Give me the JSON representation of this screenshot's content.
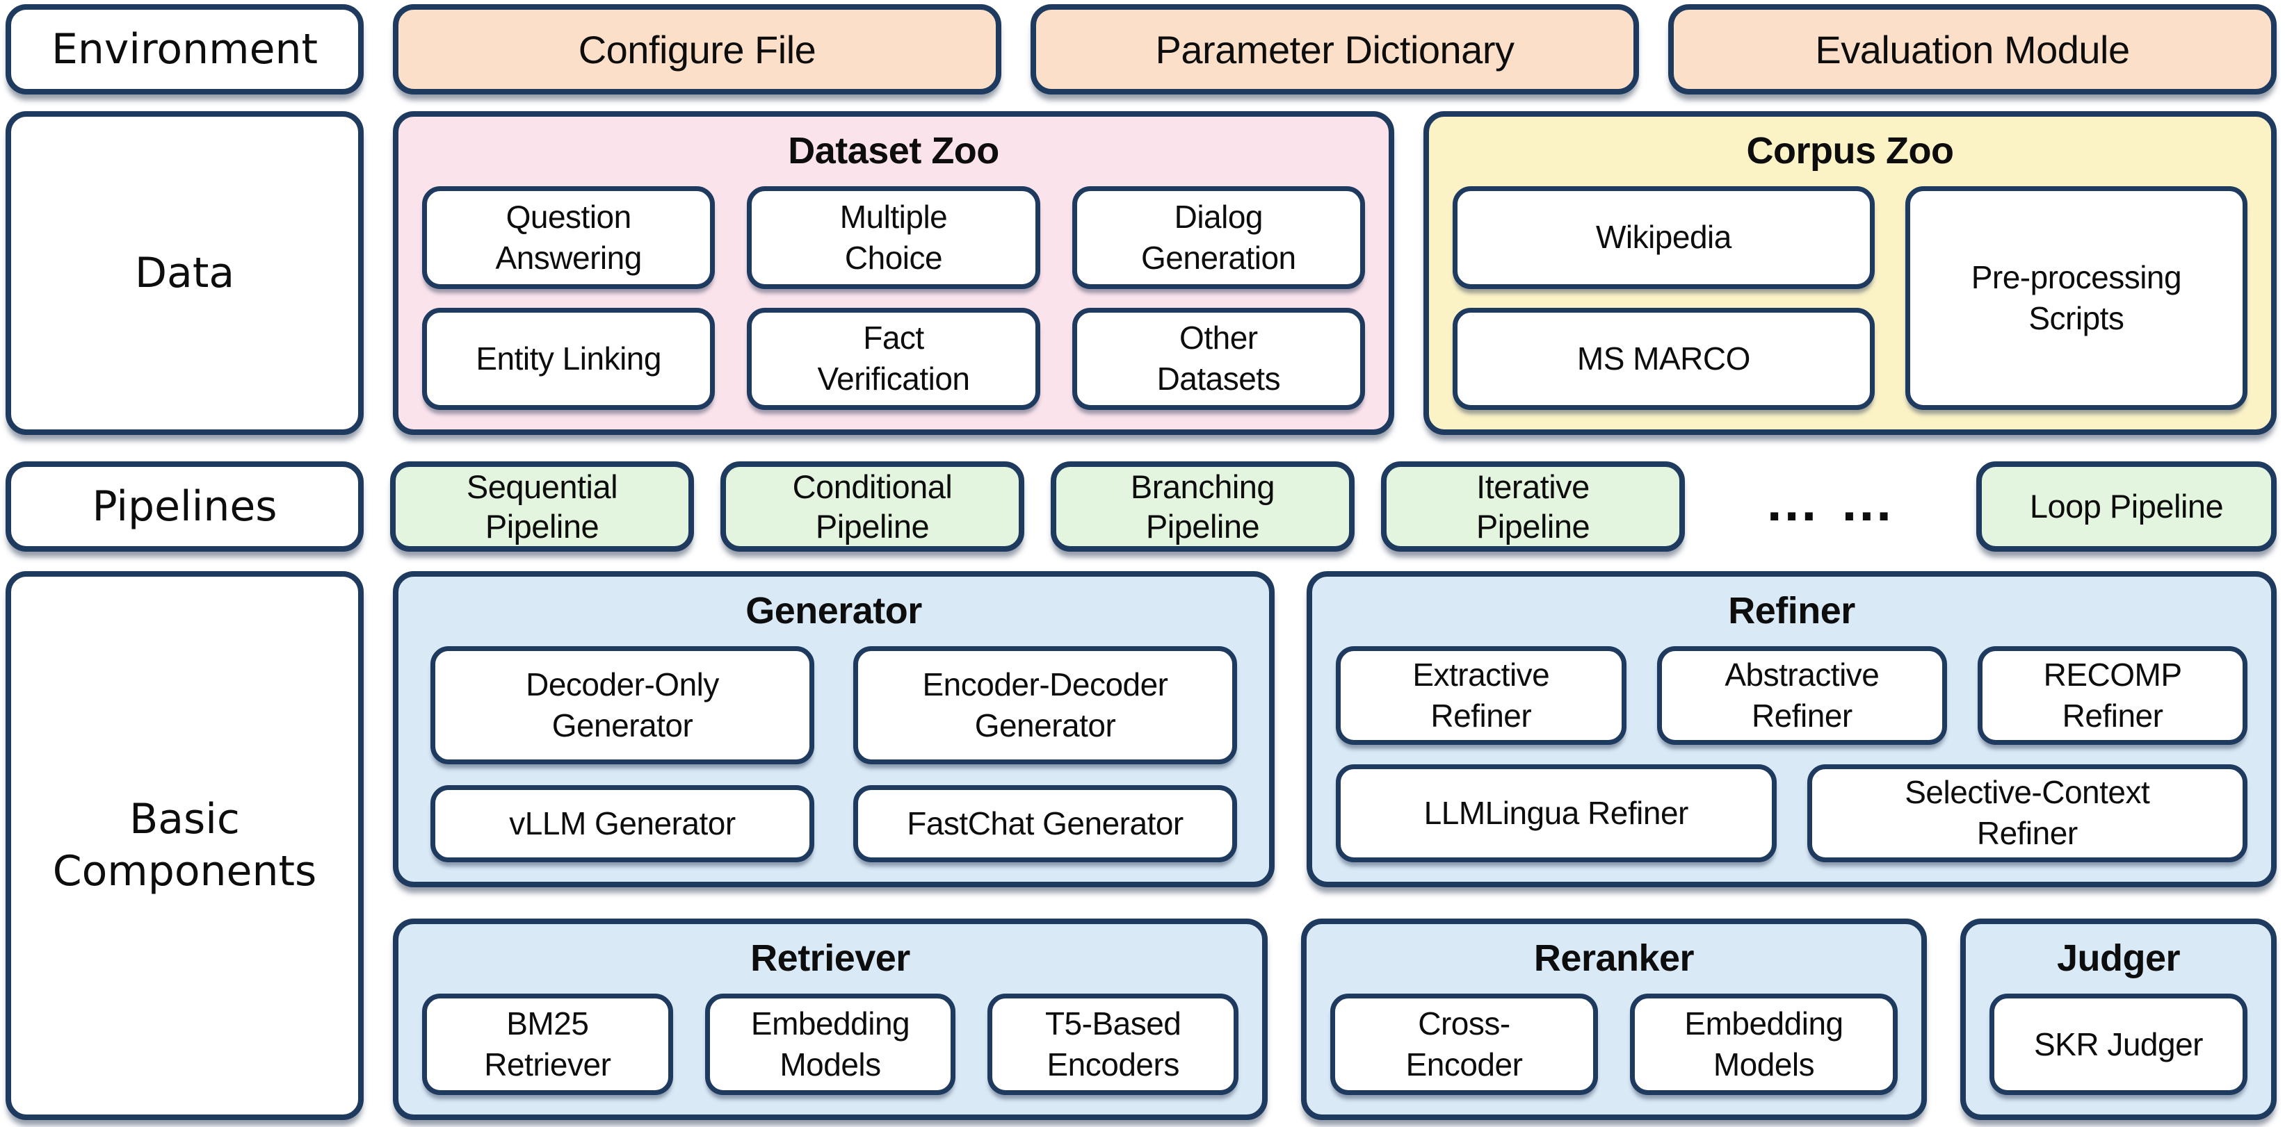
{
  "palette": {
    "border": "#1f3a5f",
    "orange": "#fcdfc8",
    "pink": "#fbe3ec",
    "yellow": "#fbf2c6",
    "green": "#e3f5de",
    "blue": "#d9e9f6",
    "box-bg": "#ffffff",
    "text": "#0d0d0d"
  },
  "rows": {
    "environment": {
      "label": "Environment",
      "items": [
        "Configure File",
        "Parameter Dictionary",
        "Evaluation Module"
      ]
    },
    "data": {
      "label": "Data",
      "dataset_zoo": {
        "title": "Dataset Zoo",
        "items": [
          "Question\nAnswering",
          "Multiple\nChoice",
          "Dialog\nGeneration",
          "Entity Linking",
          "Fact\nVerification",
          "Other\nDatasets"
        ]
      },
      "corpus_zoo": {
        "title": "Corpus Zoo",
        "items": [
          "Wikipedia",
          "MS MARCO"
        ],
        "side_item": "Pre-processing\nScripts"
      }
    },
    "pipelines": {
      "label": "Pipelines",
      "items": [
        "Sequential\nPipeline",
        "Conditional\nPipeline",
        "Branching\nPipeline",
        "Iterative\nPipeline"
      ],
      "ellipsis": "… …",
      "loop": "Loop Pipeline"
    },
    "basic_components": {
      "label": "Basic\nComponents",
      "generator": {
        "title": "Generator",
        "items": [
          "Decoder-Only\nGenerator",
          "Encoder-Decoder\nGenerator",
          "vLLM Generator",
          "FastChat Generator"
        ]
      },
      "refiner": {
        "title": "Refiner",
        "row1": [
          "Extractive\nRefiner",
          "Abstractive\nRefiner",
          "RECOMP\nRefiner"
        ],
        "row2": [
          "LLMLingua Refiner",
          "Selective-Context\nRefiner"
        ]
      },
      "retriever": {
        "title": "Retriever",
        "items": [
          "BM25\nRetriever",
          "Embedding\nModels",
          "T5-Based\nEncoders"
        ]
      },
      "reranker": {
        "title": "Reranker",
        "items": [
          "Cross-\nEncoder",
          "Embedding\nModels"
        ]
      },
      "judger": {
        "title": "Judger",
        "items": [
          "SKR Judger"
        ]
      }
    }
  }
}
